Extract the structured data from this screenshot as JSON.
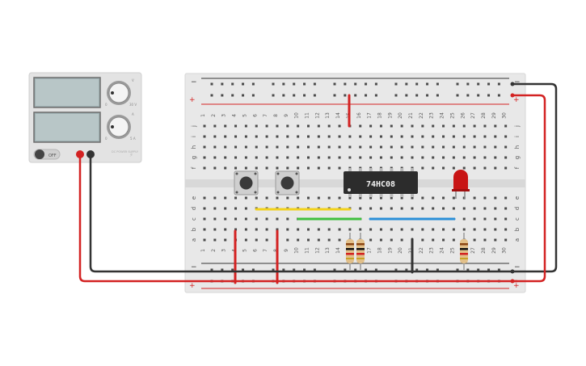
{
  "power_supply": {
    "switch_label": "OFF",
    "dial1_min": "0",
    "dial1_max": "30 V",
    "dial1_tag": "V",
    "dial2_min": "0",
    "dial2_max": "5 A",
    "dial2_tag": "A",
    "brand_label": "DC POWER SUPPLY"
  },
  "breadboard": {
    "columns": [
      "1",
      "2",
      "3",
      "4",
      "5",
      "6",
      "7",
      "8",
      "9",
      "10",
      "11",
      "12",
      "13",
      "14",
      "15",
      "16",
      "17",
      "18",
      "19",
      "20",
      "21",
      "22",
      "23",
      "24",
      "25",
      "26",
      "27",
      "28",
      "29",
      "30"
    ],
    "rows_top": [
      "j",
      "i",
      "h",
      "g",
      "f"
    ],
    "rows_bottom": [
      "e",
      "d",
      "c",
      "b",
      "a"
    ],
    "rail_minus": "−",
    "rail_plus": "+"
  },
  "chip": {
    "label": "74HC08"
  },
  "colors": {
    "wire_red": "#d32222",
    "wire_black": "#333333",
    "wire_yellow": "#f2d21b",
    "wire_green": "#3fbf3f",
    "wire_blue": "#2a8fd8",
    "led_red": "#c81414"
  }
}
